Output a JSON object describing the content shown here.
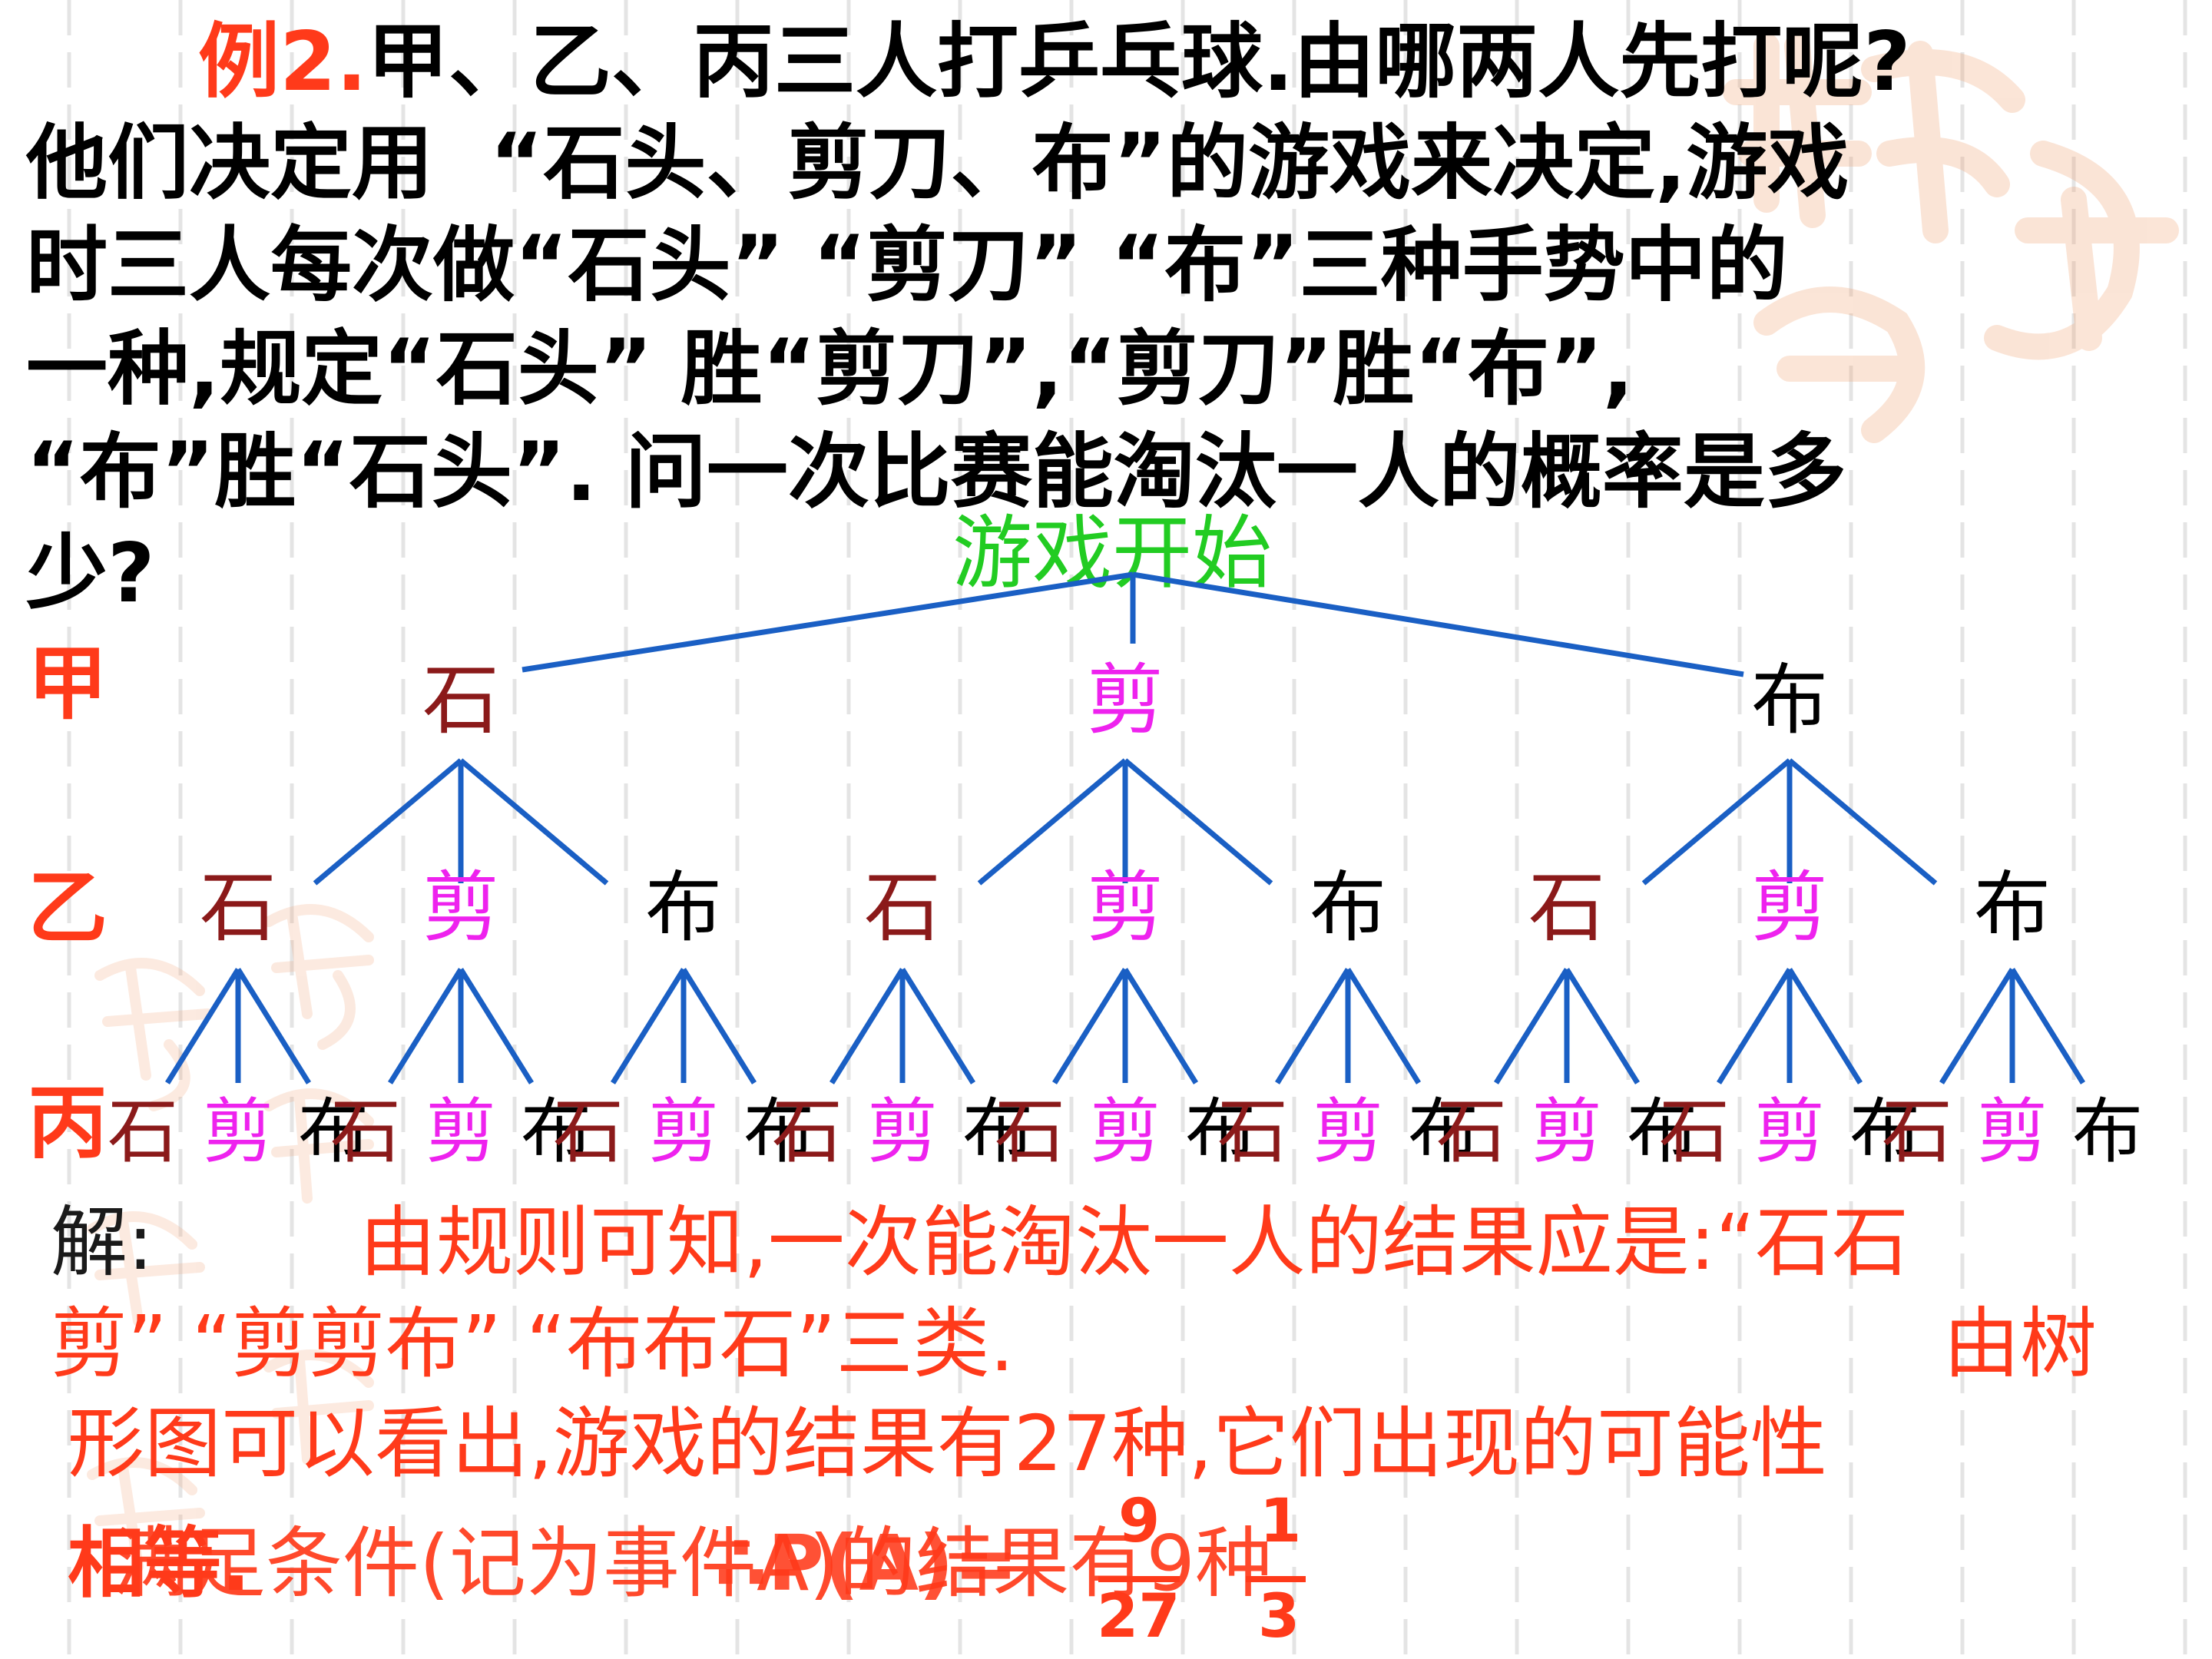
{
  "colors": {
    "title_accent": "#ff3a1a",
    "question_text": "#000000",
    "start_label": "#22cc22",
    "tree_lines": "#1a5fc4",
    "stone": "#8b1a1a",
    "scissors": "#ee22ee",
    "cloth": "#000000",
    "solution": "#ff3a1a",
    "dashed_grid": "#e4e4e4"
  },
  "problem": {
    "label": "例2.",
    "line1": "甲、乙、丙三人打乒乓球.由哪两人先打呢?",
    "line2": "他们决定用  “石头、剪刀、布”的游戏来决定,游戏",
    "line3": "时三人每次做“石头” “剪刀” “布”三种手势中的",
    "line4": "一种,规定“石头” 胜“剪刀”,“剪刀”胜“布”,",
    "line5": "“布”胜“石头”. 问一次比赛能淘汰一人的概率是多",
    "line6": "少?"
  },
  "tree": {
    "root_label": "游戏开始",
    "player_labels": [
      "甲",
      "乙",
      "丙"
    ],
    "level1": [
      "石",
      "剪",
      "布"
    ],
    "level2": [
      "石",
      "剪",
      "布",
      "石",
      "剪",
      "布",
      "石",
      "剪",
      "布"
    ],
    "level3_group": [
      "石",
      "剪",
      "布"
    ],
    "level3_group_count": 9
  },
  "solution": {
    "prefix": "解:",
    "line1": "由规则可知,一次能淘汰一人的结果应是:“石石",
    "line2": "剪” “剪剪布” “布布石”三类.",
    "line2_tail": "由树",
    "line3": "形图可以看出,游戏的结果有27种,它们出现的可能性",
    "line4_a": "相等.",
    "line4_b": "满足条件(记为事件A)的结果有9种",
    "line4_c": "∴P(A)=",
    "fraction1": {
      "numerator": "9",
      "denominator": "27"
    },
    "fraction2": {
      "numerator": "1",
      "denominator": "3"
    }
  },
  "decor": {
    "seal_icon": "seal-stamp-icon"
  }
}
